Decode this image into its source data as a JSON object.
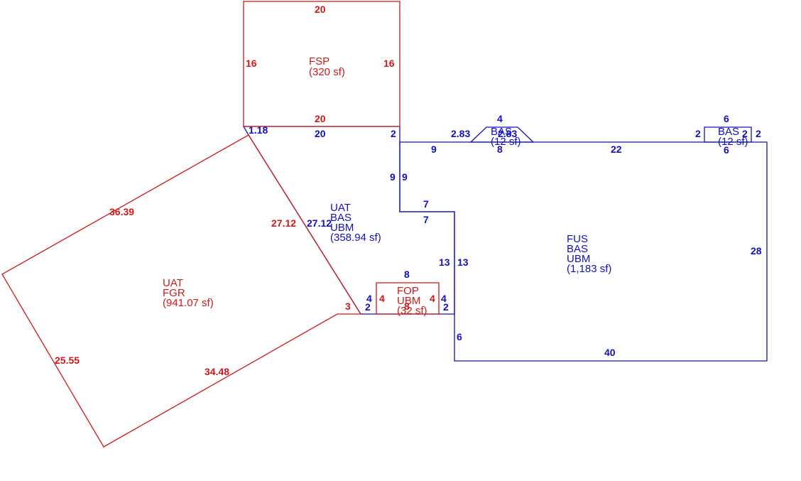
{
  "colors": {
    "blue": "#1010c0",
    "red": "#d01818",
    "background": "#ffffff"
  },
  "areas": {
    "fsp_top": {
      "code": "FSP",
      "area": "(320 sf)"
    },
    "uat_mid": {
      "code1": "UAT",
      "code2": "BAS",
      "code3": "UBM",
      "area": "(358.94 sf)"
    },
    "uat_fgr": {
      "code1": "UAT",
      "code2": "FGR",
      "area": "(941.07 sf)"
    },
    "fop": {
      "code1": "FOP",
      "code2": "UBM",
      "area": "(32 sf)"
    },
    "fus": {
      "code1": "FUS",
      "code2": "BAS",
      "code3": "UBM",
      "area": "(1,183 sf)"
    },
    "bas_bay1": {
      "code": "BAS",
      "area": "(12 sf)"
    },
    "bas_bay2": {
      "code": "BAS",
      "area": "(12 sf)"
    }
  },
  "dims": {
    "fsp_top": "20",
    "fsp_left": "16",
    "fsp_right": "16",
    "fsp_bottom": "20",
    "mid_top_blue": "20",
    "corner_118": "1.18",
    "mid_right_top": "2",
    "bay1_top": "4",
    "bay1_left": "2.83",
    "bay1_right": "2.83",
    "bay1_bottom": "8",
    "bay2_top": "6",
    "bay2_left": "2",
    "bay2_inner": "2",
    "bay2_right": "2",
    "bay2_bottom": "6",
    "fus_top_left": "9",
    "fus_top_right": "22",
    "step_left": "9",
    "step_right": "9",
    "step_top": "7",
    "step_bottom": "7",
    "fus_right": "28",
    "fus_bottom": "40",
    "fus_left_lower": "6",
    "mid_left_13": "13",
    "mid_right_13": "13",
    "diag_red": "27.12",
    "diag_blue": "27.12",
    "fgr_top": "36.39",
    "fgr_left": "25.55",
    "fgr_bottom": "34.48",
    "fgr_three": "3",
    "fop_top": "8",
    "fop_left_red": "4",
    "fop_right_red": "4",
    "fop_left_blue4": "4",
    "fop_left_blue2": "2",
    "fop_right_blue4": "4",
    "fop_right_blue2": "2",
    "fop_bottom": "8"
  }
}
